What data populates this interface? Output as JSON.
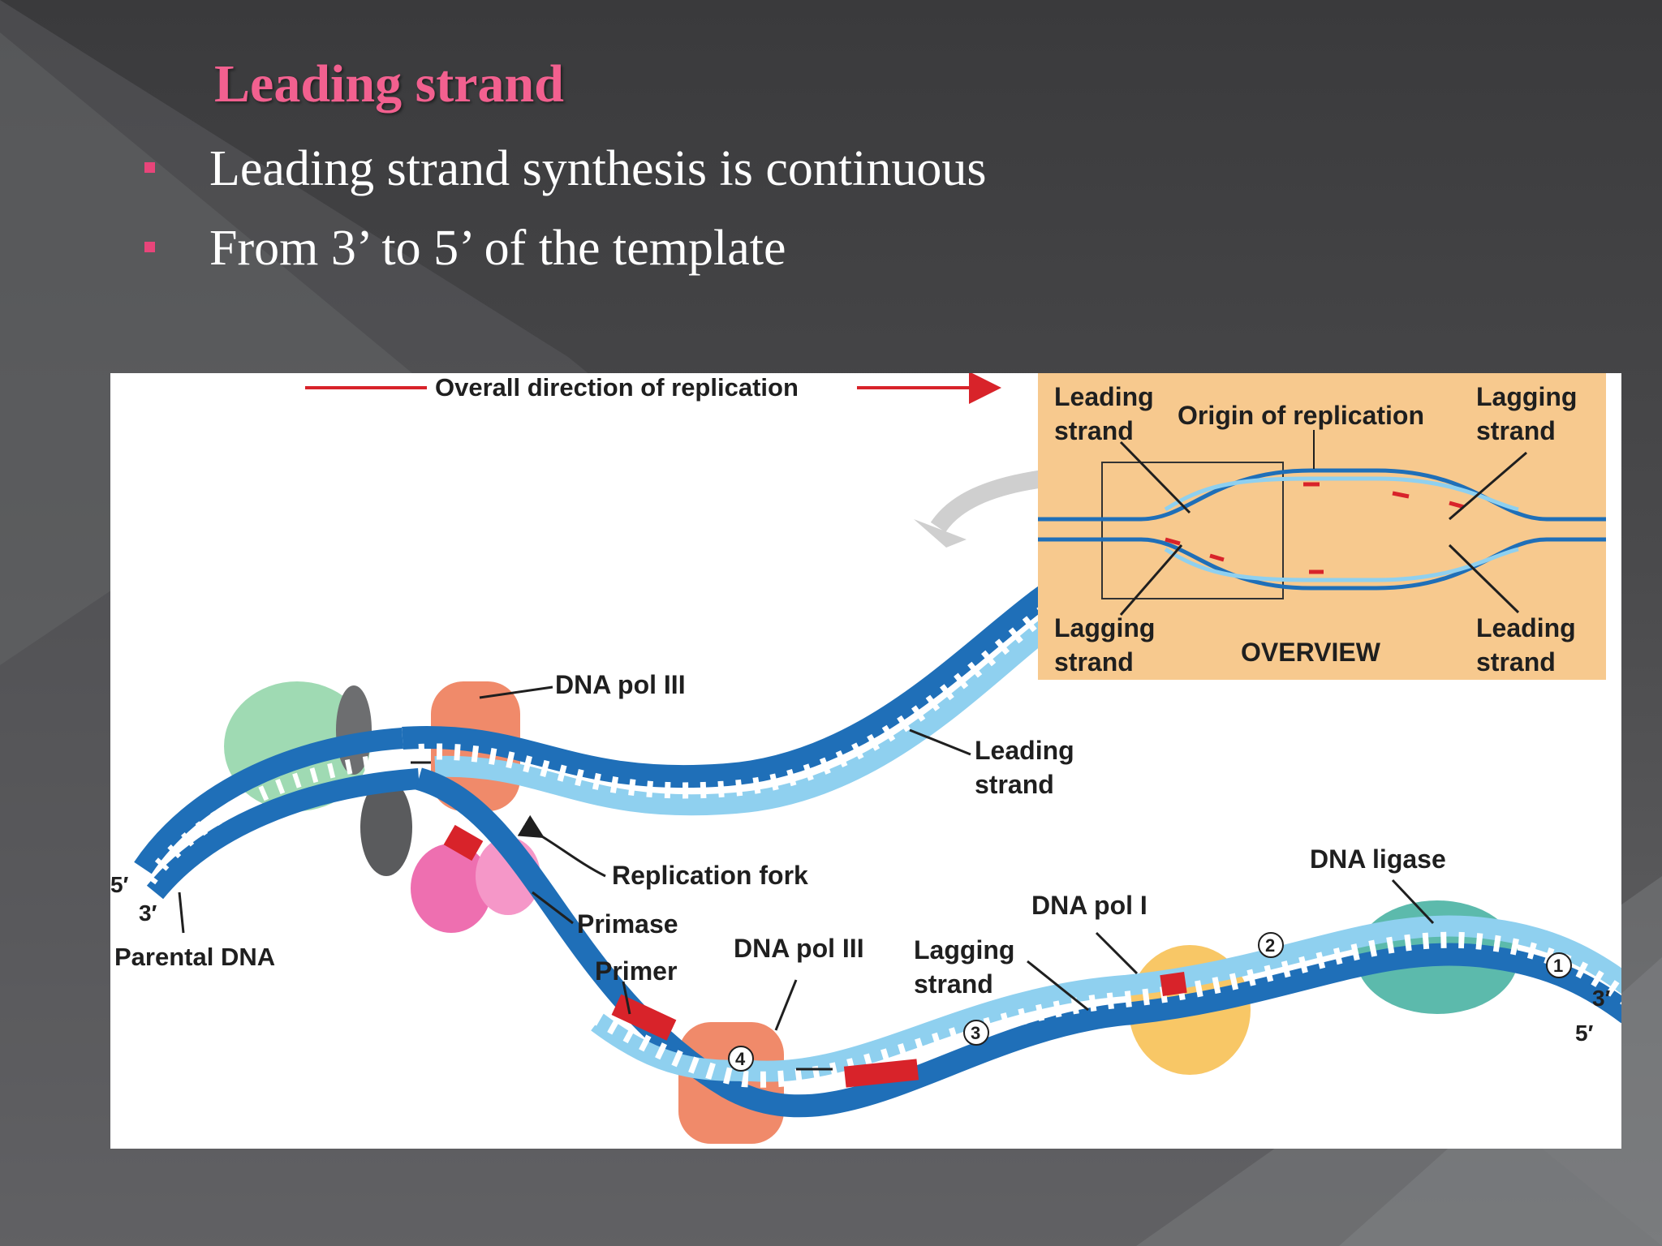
{
  "slide": {
    "title": "Leading strand",
    "bullets": [
      "Leading strand synthesis is continuous",
      "From 3’ to 5’ of the template"
    ]
  },
  "diagram": {
    "header": "Overall direction of replication",
    "labels": {
      "five_prime_left": "5′",
      "three_prime_left": "3′",
      "parental_dna": "Parental DNA",
      "dna_pol_iii_top": "DNA pol III",
      "leading_strand": [
        "Leading",
        "strand"
      ],
      "replication_fork": "Replication fork",
      "primase": "Primase",
      "primer": "Primer",
      "dna_pol_iii_bottom": "DNA pol III",
      "lagging_strand": [
        "Lagging",
        "strand"
      ],
      "dna_pol_i": "DNA pol I",
      "dna_ligase": "DNA ligase",
      "three_prime_right": "3′",
      "five_prime_right": "5′",
      "steps": [
        "1",
        "2",
        "3",
        "4"
      ]
    },
    "overview": {
      "leading_strand_top_left": [
        "Leading",
        "strand"
      ],
      "origin": "Origin of replication",
      "lagging_strand_top_right": [
        "Lagging",
        "strand"
      ],
      "lagging_strand_bottom_left": [
        "Lagging",
        "strand"
      ],
      "title": "OVERVIEW",
      "leading_strand_bottom_right": [
        "Leading",
        "strand"
      ]
    },
    "colors": {
      "title_pink": "#f2608f",
      "bullet_pink": "#e8457a",
      "dna_dark_blue": "#1f6fb8",
      "dna_light_blue": "#8fd0ef",
      "primer_red": "#d8232a",
      "pol_iii_salmon": "#f08a6a",
      "primase_pink": "#ee6fb0",
      "helicase_green": "#8ed3a6",
      "pol_i_yellow": "#f8c766",
      "ligase_teal": "#3fae9e",
      "overview_bg": "#f7c98e",
      "arrow_red": "#d8232a"
    }
  }
}
